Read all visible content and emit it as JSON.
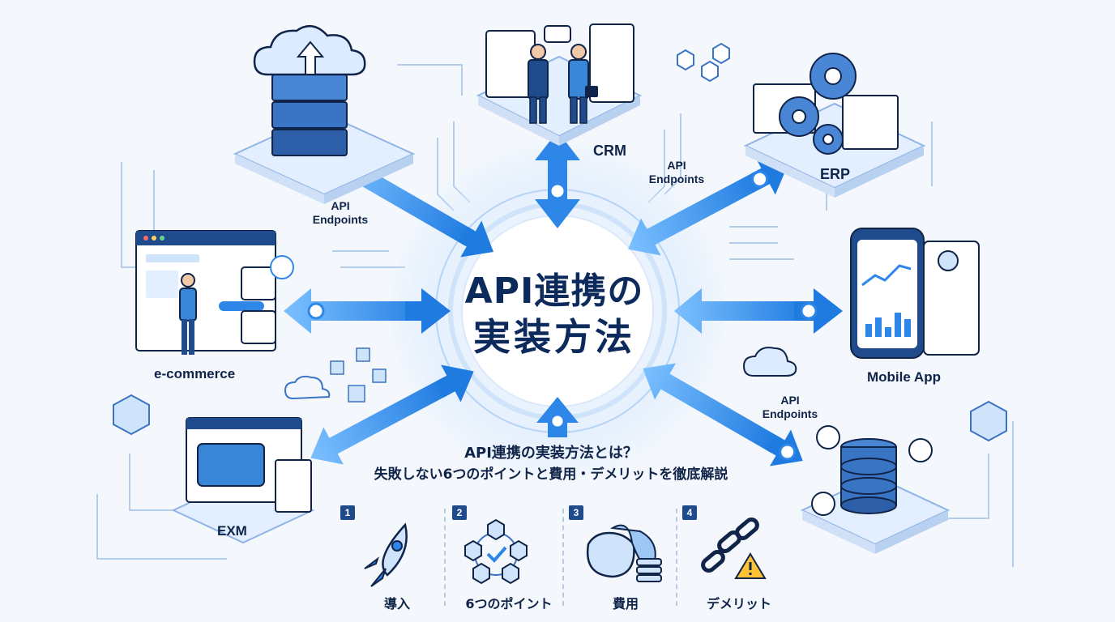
{
  "hero": {
    "title_line1": "API連携の",
    "title_line2": "実装方法"
  },
  "subtitle": {
    "line1": "API連携の実装方法とは？",
    "line2": "失敗しない6つのポイントと費用・デメリットを徹底解説"
  },
  "nodes": {
    "crm": "CRM",
    "erp": "ERP",
    "ecommerce": "e-commerce",
    "mobile": "Mobile App",
    "exm": "EXM"
  },
  "api_labels": {
    "top_left": [
      "API",
      "Endpoints"
    ],
    "top_center": [
      "API",
      "Endpoints"
    ],
    "bottom_right": [
      "API",
      "Endpoints"
    ]
  },
  "steps": [
    {
      "number": "1",
      "label": "導入",
      "icon": "rocket-icon"
    },
    {
      "number": "2",
      "label": "6つのポイント",
      "icon": "hexagon-checkmark-icon"
    },
    {
      "number": "3",
      "label": "費用",
      "icon": "money-bag-icon"
    },
    {
      "number": "4",
      "label": "デメリット",
      "icon": "broken-chain-warning-icon"
    }
  ],
  "colors": {
    "background": "#f4f8fd",
    "accent_blue": "#2e86e8",
    "navy": "#0f2448",
    "light_blue": "#cfe3fb"
  }
}
